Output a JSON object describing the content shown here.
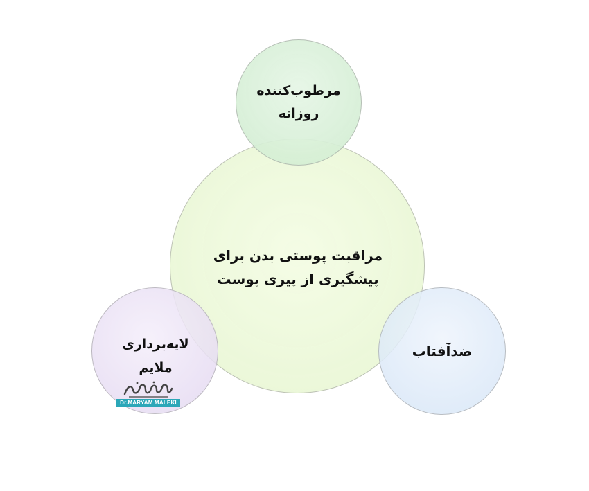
{
  "center": {
    "line1": "مراقبت پوستی بدن برای",
    "line2": "پیشگیری از پیری پوست"
  },
  "top": {
    "line1": "مرطوب‌کننده",
    "line2": "روزانه"
  },
  "left": {
    "line1": "لایه‌برداری",
    "line2": "ملایم"
  },
  "right": {
    "line1": "ضدآفتاب"
  },
  "logo": {
    "text": "Dr.MARYAM MALEKI"
  }
}
